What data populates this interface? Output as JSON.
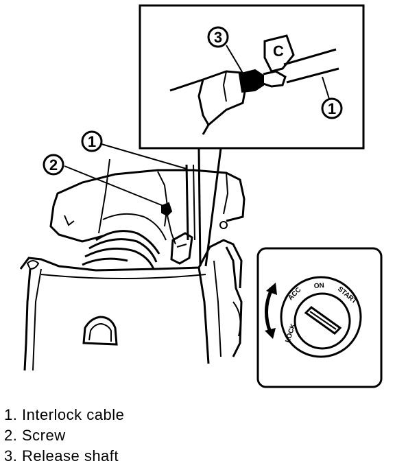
{
  "callouts": {
    "c1_main": "1",
    "c2_main": "2",
    "c3_inset": "3",
    "c1_inset": "1"
  },
  "inset_tag": "C",
  "ignition": {
    "lock": "LOCK",
    "acc": "ACC",
    "on": "ON",
    "start": "START"
  },
  "legend": [
    {
      "num": "1.",
      "label": "Interlock cable"
    },
    {
      "num": "2.",
      "label": "Screw"
    },
    {
      "num": "3.",
      "label": "Release shaft"
    }
  ]
}
